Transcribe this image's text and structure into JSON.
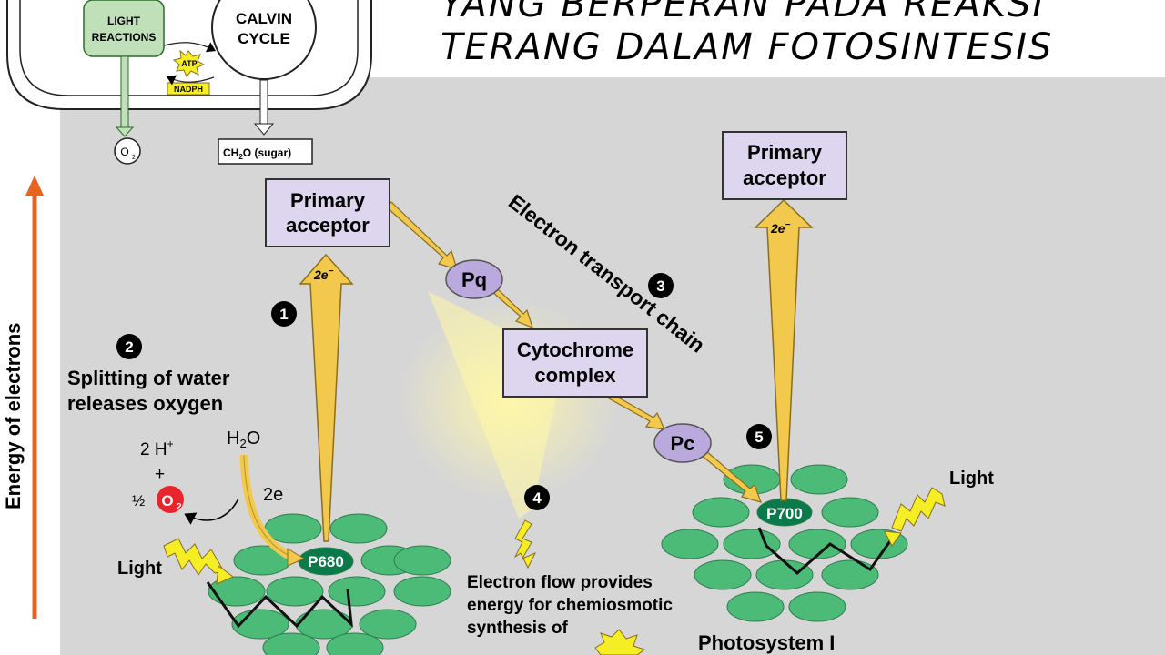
{
  "title": {
    "line1": "YANG BERPERAN PADA REAKSI",
    "line2": "TERANG DALAM FOTOSINTESIS"
  },
  "inset": {
    "light_reactions": [
      "LIGHT",
      "REACTIONS"
    ],
    "calvin_cycle": [
      "CALVIN",
      "CYCLE"
    ],
    "atp": "ATP",
    "nadph": "NADPH",
    "o2": "O",
    "o2_sub": "2",
    "sugar": "CH",
    "sugar_sub": "2",
    "sugar_rest": "O (sugar)"
  },
  "axis_label": "Energy of electrons",
  "boxes": {
    "primary_acceptor_1": [
      "Primary",
      "acceptor"
    ],
    "primary_acceptor_2": [
      "Primary",
      "acceptor"
    ],
    "cytochrome": [
      "Cytochrome",
      "complex"
    ]
  },
  "carriers": {
    "pq": "Pq",
    "pc": "Pc"
  },
  "reaction_centers": {
    "p680": "P680",
    "p700": "P700"
  },
  "steps": {
    "s1": "1",
    "s2": "2",
    "s3": "3",
    "s4": "4",
    "s5": "5"
  },
  "labels": {
    "etc": "Electron transport chain",
    "splitting": [
      "Splitting of water",
      "releases oxygen"
    ],
    "water": "H",
    "water_sub": "2",
    "water_rest": "O",
    "two_h": "2 H",
    "two_h_sup": "+",
    "plus": "+",
    "half": "½",
    "o2_red": "O",
    "o2_red_sub": "2",
    "two_e_left": "2e",
    "two_e_sup": "−",
    "two_e_arrow1": "2e",
    "two_e_arrow2": "2e",
    "light_left": "Light",
    "light_right": "Light",
    "electron_flow": [
      "Electron flow provides",
      "energy for chemiosmotic",
      "synthesis of"
    ],
    "photosystem_1": "Photosystem I"
  },
  "colors": {
    "background_panel": "#d6d6d6",
    "box_fill": "#ddd6ee",
    "carrier_fill": "#b9a9dc",
    "arrow_fill": "#f2c94c",
    "arrow_stroke": "#8a6d1e",
    "pigment_fill": "#4dbb78",
    "center_fill": "#0a7a4a",
    "axis_arrow": "#e8641e",
    "oxygen_red": "#e8242c",
    "lightning": "#f6ee25"
  }
}
